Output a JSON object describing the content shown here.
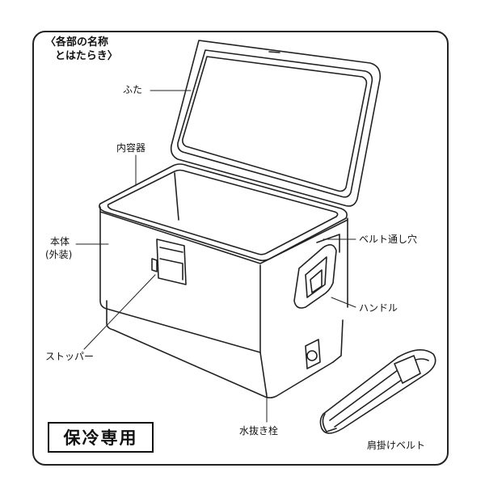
{
  "heading": {
    "line1": "〈各部の名称",
    "line2": "とはたらき〉"
  },
  "labels": {
    "lid": "ふた",
    "inner_container": "内容器",
    "body": "本体",
    "body_note": "(外装)",
    "belt_hole": "ベルト通し穴",
    "handle": "ハンドル",
    "stopper": "ストッパー",
    "drain_plug": "水抜き栓",
    "shoulder_belt": "肩掛けベルト"
  },
  "usage_badge": "保冷専用",
  "colors": {
    "line": "#222222",
    "background": "#ffffff"
  }
}
